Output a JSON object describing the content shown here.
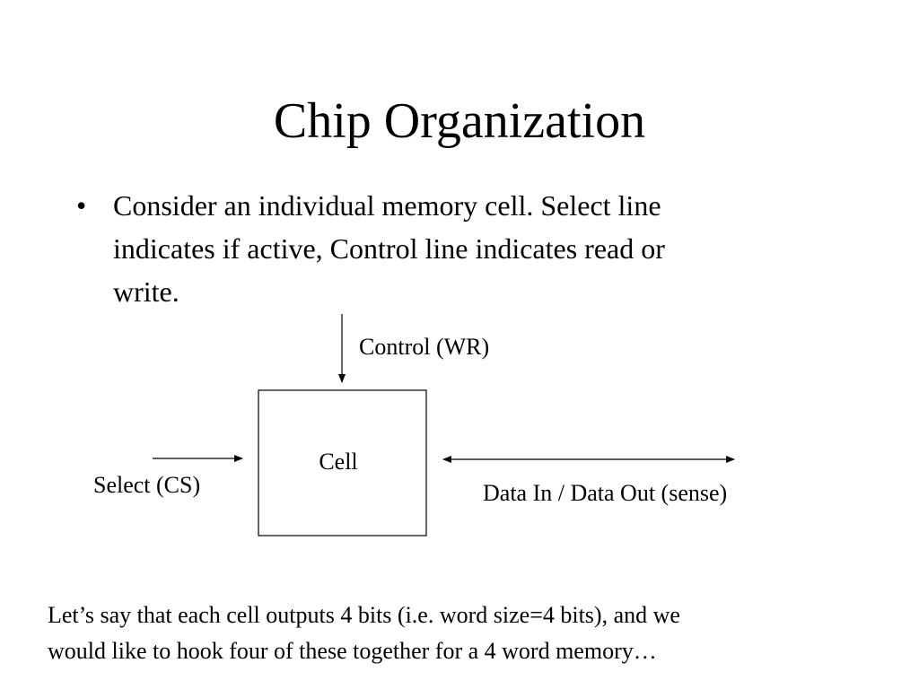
{
  "slide": {
    "title": "Chip Organization",
    "bullet_glyph": "•",
    "bullet_text": "Consider an individual memory cell.  Select line\nindicates if active, Control line indicates read or\nwrite.",
    "note": "Let’s say that each cell outputs 4 bits (i.e. word size=4 bits), and we\nwould like to hook four of these together for a 4 word memory…"
  },
  "diagram": {
    "cell_label": "Cell",
    "control_label": "Control (WR)",
    "select_label": "Select (CS)",
    "data_label": "Data In / Data Out (sense)"
  }
}
